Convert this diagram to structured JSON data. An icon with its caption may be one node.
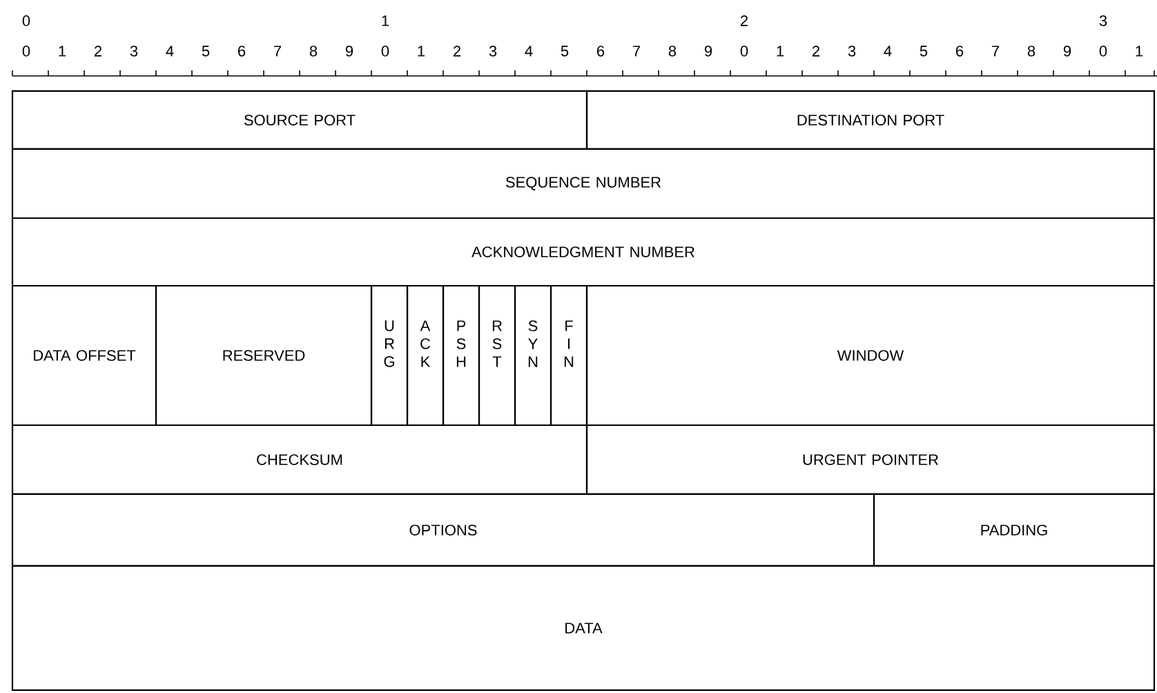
{
  "diagram": {
    "nodes": [
      {
        "text": [
          "SOURCE PORT"
        ]
      },
      {
        "text": [
          "DESTINATION PORT"
        ]
      },
      {
        "text": [
          "SEQUENCE NUMBER"
        ]
      },
      {
        "text": [
          "ACKNOWLEDGMENT NUMBER"
        ]
      },
      {
        "text": [
          "DATA OFFSET"
        ]
      },
      {
        "text": [
          "RESERVED"
        ]
      },
      {
        "text": [
          "URG"
        ]
      },
      {
        "text": [
          "ACK"
        ]
      },
      {
        "text": [
          "PSH"
        ]
      },
      {
        "text": [
          "RST"
        ]
      },
      {
        "text": [
          "SYN"
        ]
      },
      {
        "text": [
          "FIN"
        ]
      },
      {
        "text": [
          "WINDOW"
        ]
      },
      {
        "text": [
          "CHECKSUM"
        ]
      },
      {
        "text": [
          "URGENT POINTER"
        ]
      },
      {
        "text": [
          "OPTIONS"
        ]
      },
      {
        "text": [
          "PADDING"
        ]
      },
      {
        "text": [
          "DATA"
        ]
      }
    ],
    "labels": [
      "0",
      "1",
      "2",
      "3",
      "0",
      "1",
      "2",
      "3",
      "4",
      "5",
      "6",
      "7",
      "8",
      "9",
      "0",
      "1",
      "2",
      "3",
      "4",
      "5",
      "6",
      "7",
      "8",
      "9",
      "0",
      "1",
      "2",
      "3",
      "4",
      "5",
      "6",
      "7",
      "8",
      "9",
      "0",
      "1"
    ]
  }
}
